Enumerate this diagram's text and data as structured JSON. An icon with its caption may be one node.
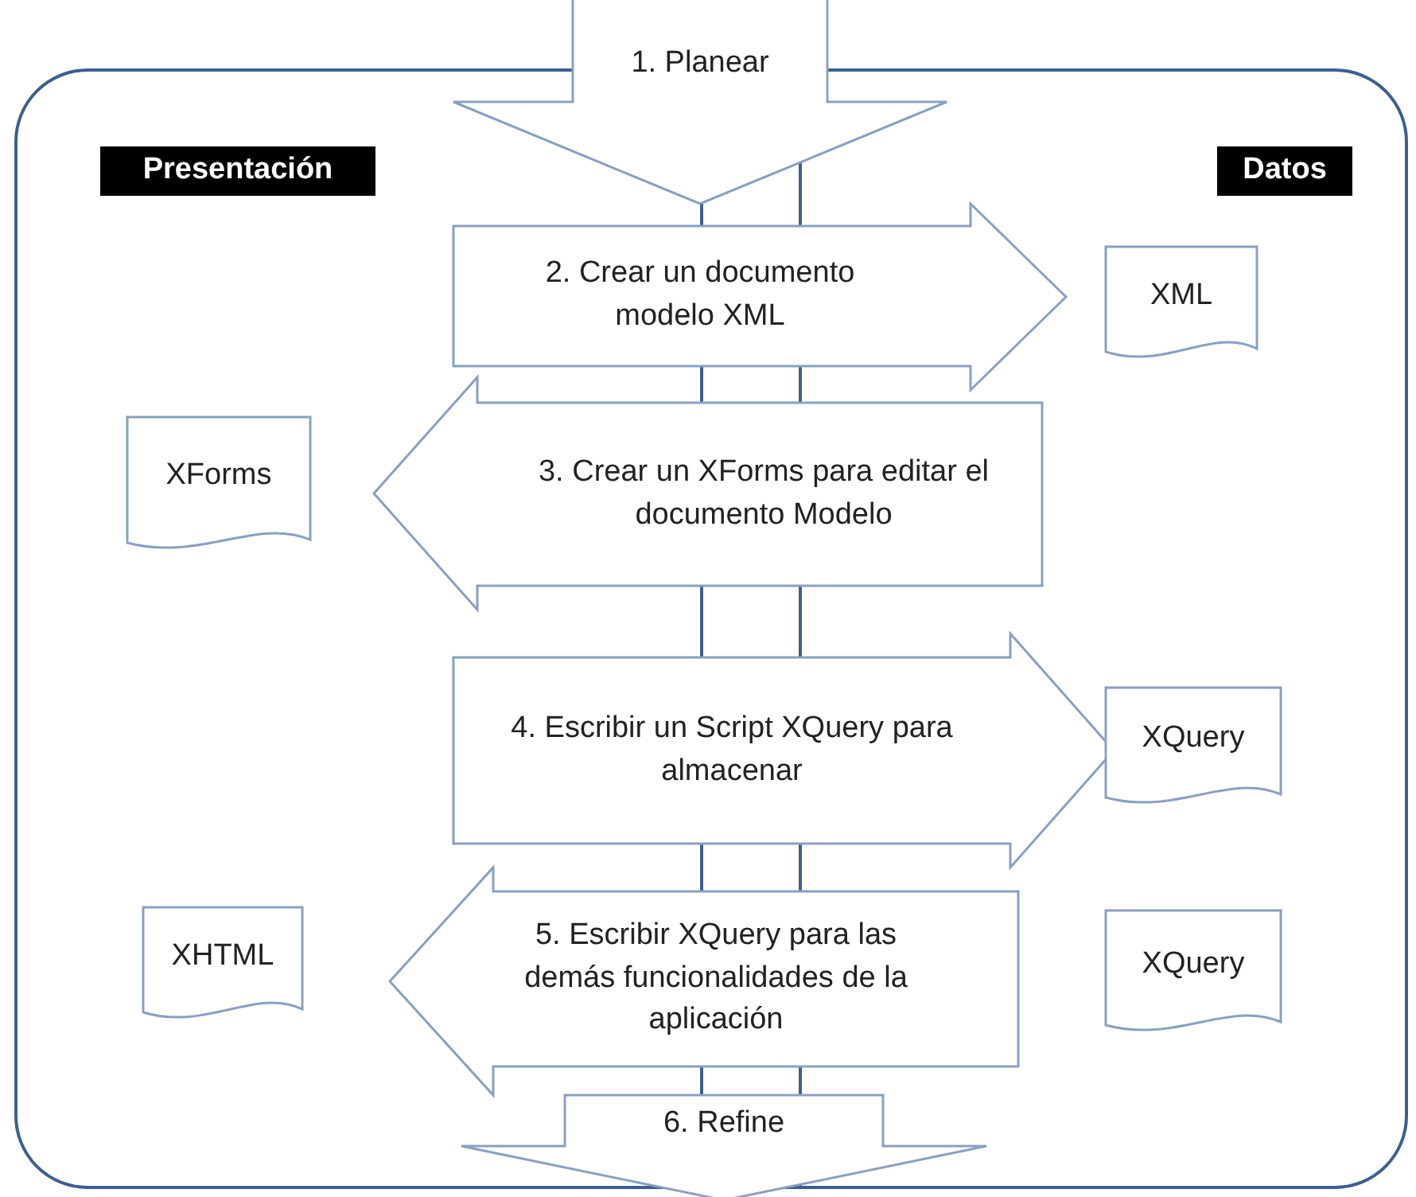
{
  "diagram": {
    "nodes": [
      {
        "text": [
          "1. Planear"
        ]
      },
      {
        "text": [
          "Presentación"
        ]
      },
      {
        "text": [
          "Datos"
        ]
      },
      {
        "text": [
          "2. Crear un documento modelo XML"
        ]
      },
      {
        "text": [
          "XML"
        ]
      },
      {
        "text": [
          "XForms"
        ]
      },
      {
        "text": [
          "3. Crear un XForms para editar el documento Modelo"
        ]
      },
      {
        "text": [
          "4. Escribir un Script XQuery para almacenar"
        ]
      },
      {
        "text": [
          "XQuery"
        ]
      },
      {
        "text": [
          "XHTML"
        ]
      },
      {
        "text": [
          "5. Escribir XQuery para las demás funcionalidades de la aplicación"
        ]
      },
      {
        "text": [
          "XQuery"
        ]
      },
      {
        "text": [
          "6. Refine"
        ]
      }
    ]
  }
}
